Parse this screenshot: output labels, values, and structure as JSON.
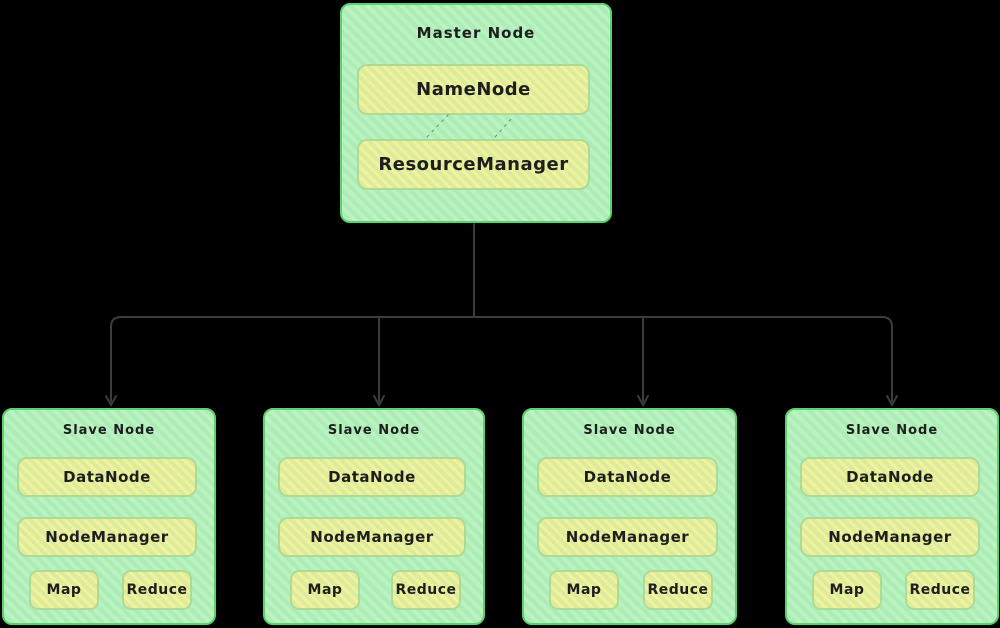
{
  "diagram": {
    "master": {
      "title": "Master Node",
      "items": [
        {
          "label": "NameNode"
        },
        {
          "label": "ResourceManager"
        }
      ]
    },
    "slaves": [
      {
        "title": "Slave Node",
        "items": [
          {
            "label": "DataNode"
          },
          {
            "label": "NodeManager"
          }
        ],
        "tasks": [
          {
            "label": "Map"
          },
          {
            "label": "Reduce"
          }
        ]
      },
      {
        "title": "Slave Node",
        "items": [
          {
            "label": "DataNode"
          },
          {
            "label": "NodeManager"
          }
        ],
        "tasks": [
          {
            "label": "Map"
          },
          {
            "label": "Reduce"
          }
        ]
      },
      {
        "title": "Slave Node",
        "items": [
          {
            "label": "DataNode"
          },
          {
            "label": "NodeManager"
          }
        ],
        "tasks": [
          {
            "label": "Map"
          },
          {
            "label": "Reduce"
          }
        ]
      },
      {
        "title": "Slave Node",
        "items": [
          {
            "label": "DataNode"
          },
          {
            "label": "NodeManager"
          }
        ],
        "tasks": [
          {
            "label": "Map"
          },
          {
            "label": "Reduce"
          }
        ]
      }
    ],
    "colors": {
      "background": "#000000",
      "node_fill": "#b6f2be",
      "node_border": "#5dd06f",
      "component_fill": "#ebf0a3",
      "component_border": "#aeda94",
      "text": "#1e1e1e",
      "connector": "#383d42"
    }
  }
}
